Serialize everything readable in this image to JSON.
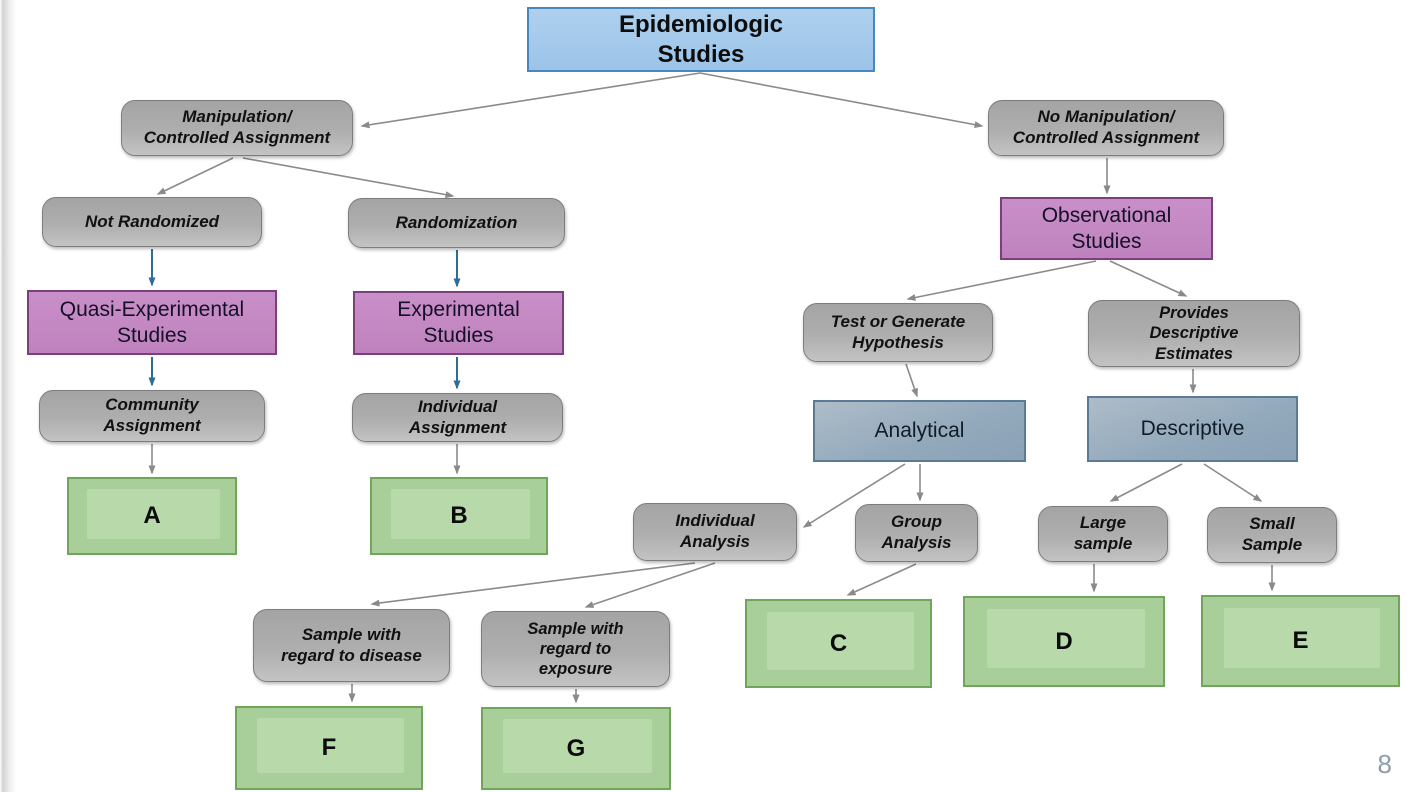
{
  "page_number": "8",
  "colors": {
    "top_box_fill": "#A4C9EA",
    "top_box_border": "#4B87BF",
    "purple_fill": "#C489C3",
    "purple_border": "#7D3E7D",
    "gray_fill": "#ACACAC",
    "gray_border": "#7D7D7D",
    "steel_fill": "#97ABBD",
    "steel_border": "#5A7A95",
    "green_fill": "#A8CF9A",
    "green_inner_fill": "#B8D9A9",
    "green_border": "#6FA65A",
    "arrow_gray": "#8A8A8A",
    "arrow_blue": "#2C6E98"
  },
  "nodes": {
    "root": {
      "label": "Epidemiologic\nStudies"
    },
    "manipulation": {
      "label": "Manipulation/\nControlled Assignment"
    },
    "no_manipulation": {
      "label": "No Manipulation/\nControlled Assignment"
    },
    "not_randomized": {
      "label": "Not Randomized"
    },
    "randomization": {
      "label": "Randomization"
    },
    "quasi_experimental": {
      "label": "Quasi-Experimental\nStudies"
    },
    "experimental": {
      "label": "Experimental\nStudies"
    },
    "community_assignment": {
      "label": "Community\nAssignment"
    },
    "individual_assignment": {
      "label": "Individual\nAssignment"
    },
    "observational": {
      "label": "Observational\nStudies"
    },
    "test_or_generate": {
      "label": "Test or Generate\nHypothesis"
    },
    "provides_descriptive": {
      "label": "Provides\nDescriptive\nEstimates"
    },
    "analytical": {
      "label": "Analytical"
    },
    "descriptive": {
      "label": "Descriptive"
    },
    "individual_analysis": {
      "label": "Individual\nAnalysis"
    },
    "group_analysis": {
      "label": "Group\nAnalysis"
    },
    "large_sample": {
      "label": "Large\nsample"
    },
    "small_sample": {
      "label": "Small\nSample"
    },
    "sample_disease": {
      "label": "Sample with\nregard to disease"
    },
    "sample_exposure": {
      "label": "Sample with\nregard to\nexposure"
    },
    "answer_a": {
      "label": "A"
    },
    "answer_b": {
      "label": "B"
    },
    "answer_c": {
      "label": "C"
    },
    "answer_d": {
      "label": "D"
    },
    "answer_e": {
      "label": "E"
    },
    "answer_f": {
      "label": "F"
    },
    "answer_g": {
      "label": "G"
    }
  }
}
